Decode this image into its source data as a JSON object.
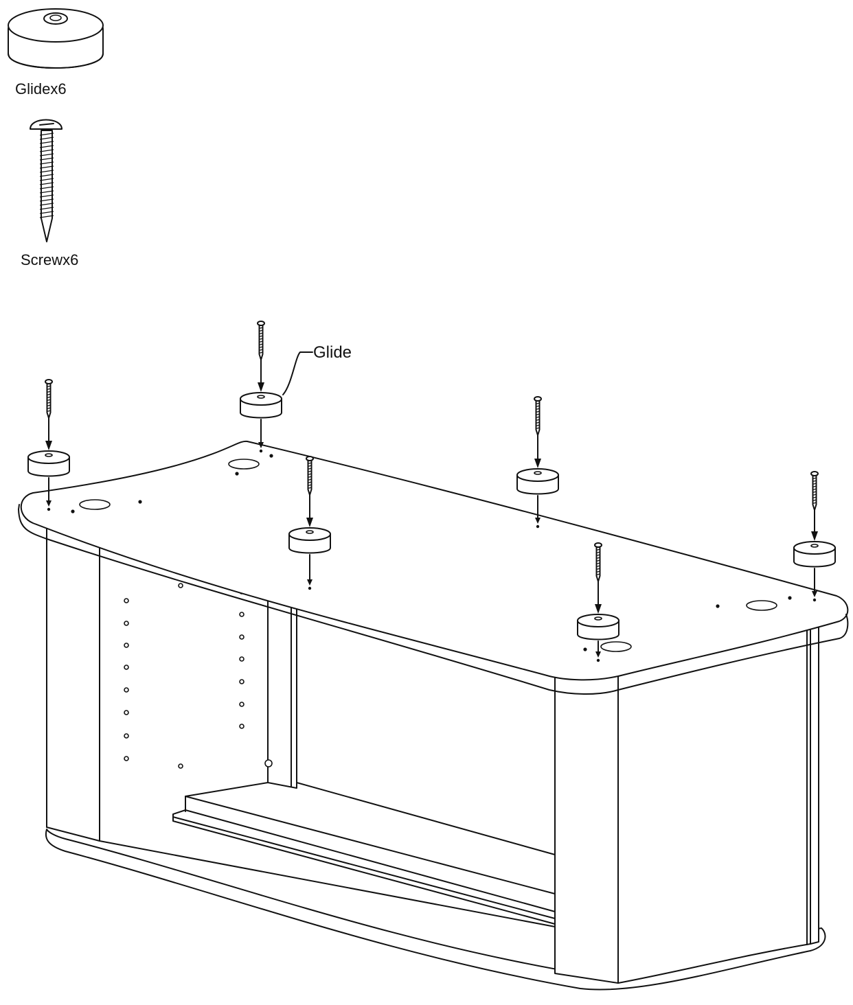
{
  "parts": {
    "glide": {
      "label": "Glidex6",
      "icon": "glide-icon"
    },
    "screw": {
      "label": "Screwx6",
      "icon": "screw-icon"
    }
  },
  "callout": {
    "label": "Glide"
  },
  "colors": {
    "line": "#111111",
    "background": "#ffffff"
  }
}
